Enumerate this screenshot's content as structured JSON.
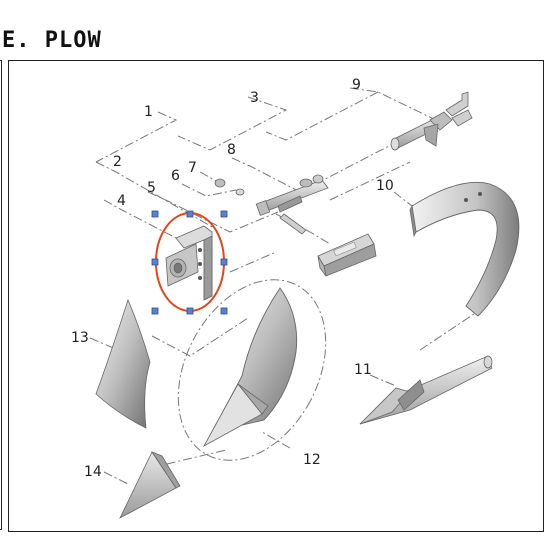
{
  "title": "E. PLOW",
  "callouts": {
    "c1": "1",
    "c2": "2",
    "c3": "3",
    "c4": "4",
    "c5": "5",
    "c6": "6",
    "c7": "7",
    "c8": "8",
    "c9": "9",
    "c10": "10",
    "c11": "11",
    "c12": "12",
    "c13": "13",
    "c14": "14"
  },
  "colors": {
    "highlight": "#e0461c",
    "handle_fill": "#5b82c8",
    "part_light": "#d9d9d9",
    "part_dark": "#8c8c8c"
  },
  "icons": {
    "selection": "selection-handles-icon"
  }
}
